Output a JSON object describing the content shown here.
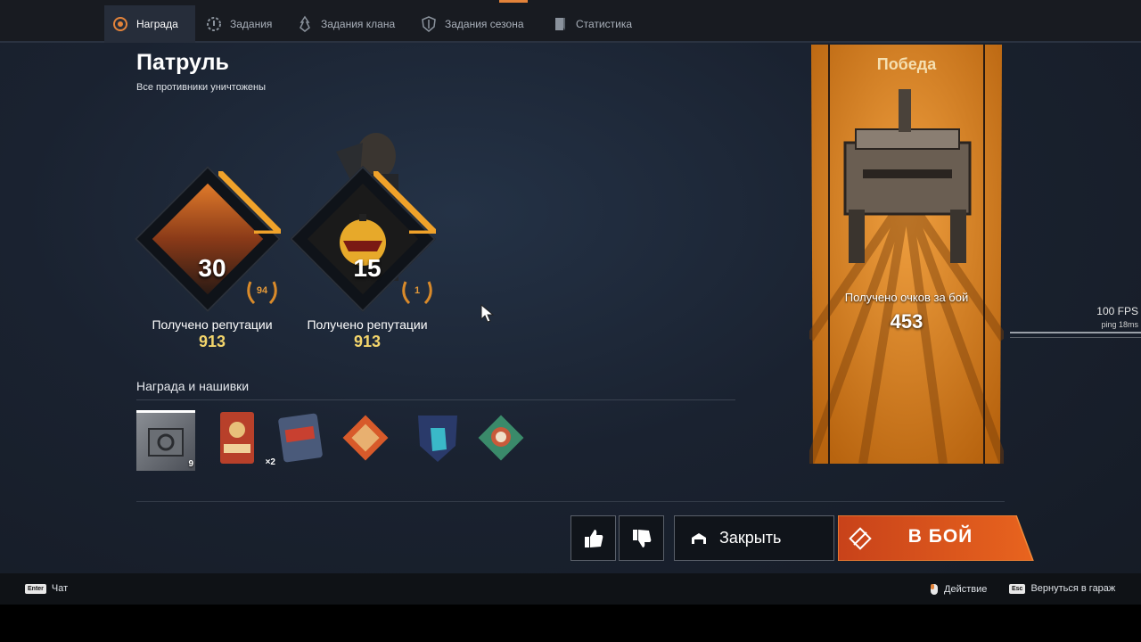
{
  "nav": {
    "tabs": [
      {
        "label": "Награда",
        "icon": "reward-icon",
        "active": true
      },
      {
        "label": "Задания",
        "icon": "gear-icon",
        "active": false
      },
      {
        "label": "Задания клана",
        "icon": "flame-icon",
        "active": false
      },
      {
        "label": "Задания сезона",
        "icon": "shield-icon",
        "active": false
      },
      {
        "label": "Статистика",
        "icon": "flag-icon",
        "active": false
      }
    ]
  },
  "header": {
    "title": "Патруль",
    "subtitle": "Все противники уничтожены"
  },
  "reputation": [
    {
      "level": "30",
      "medal": "94",
      "label": "Получено репутации",
      "value": "913"
    },
    {
      "level": "15",
      "medal": "1",
      "label": "Получено репутации",
      "value": "913"
    }
  ],
  "rewards": {
    "label": "Награда и нашивки",
    "items": [
      {
        "name": "crate-reward",
        "count": "9"
      },
      {
        "name": "death-patch",
        "count": "×2"
      },
      {
        "name": "first-blood-patch",
        "count": ""
      },
      {
        "name": "diamond-patch",
        "count": ""
      },
      {
        "name": "assist-patch",
        "count": ""
      },
      {
        "name": "skull-patch",
        "count": ""
      }
    ]
  },
  "banner": {
    "title": "Победа",
    "score_label": "Получено очков за бой",
    "score_value": "453"
  },
  "buttons": {
    "close": "Закрыть",
    "fight": "В БОЙ"
  },
  "perf": {
    "fps": "100 FPS",
    "ping": "ping 18ms"
  },
  "footer": {
    "chat_key": "Enter",
    "chat_label": "Чат",
    "action_label": "Действие",
    "back_key": "Esc",
    "back_label": "Вернуться в гараж"
  },
  "colors": {
    "accent": "#e3833a",
    "rep_value": "#f3d56b",
    "banner_orange": "#d9801f"
  }
}
